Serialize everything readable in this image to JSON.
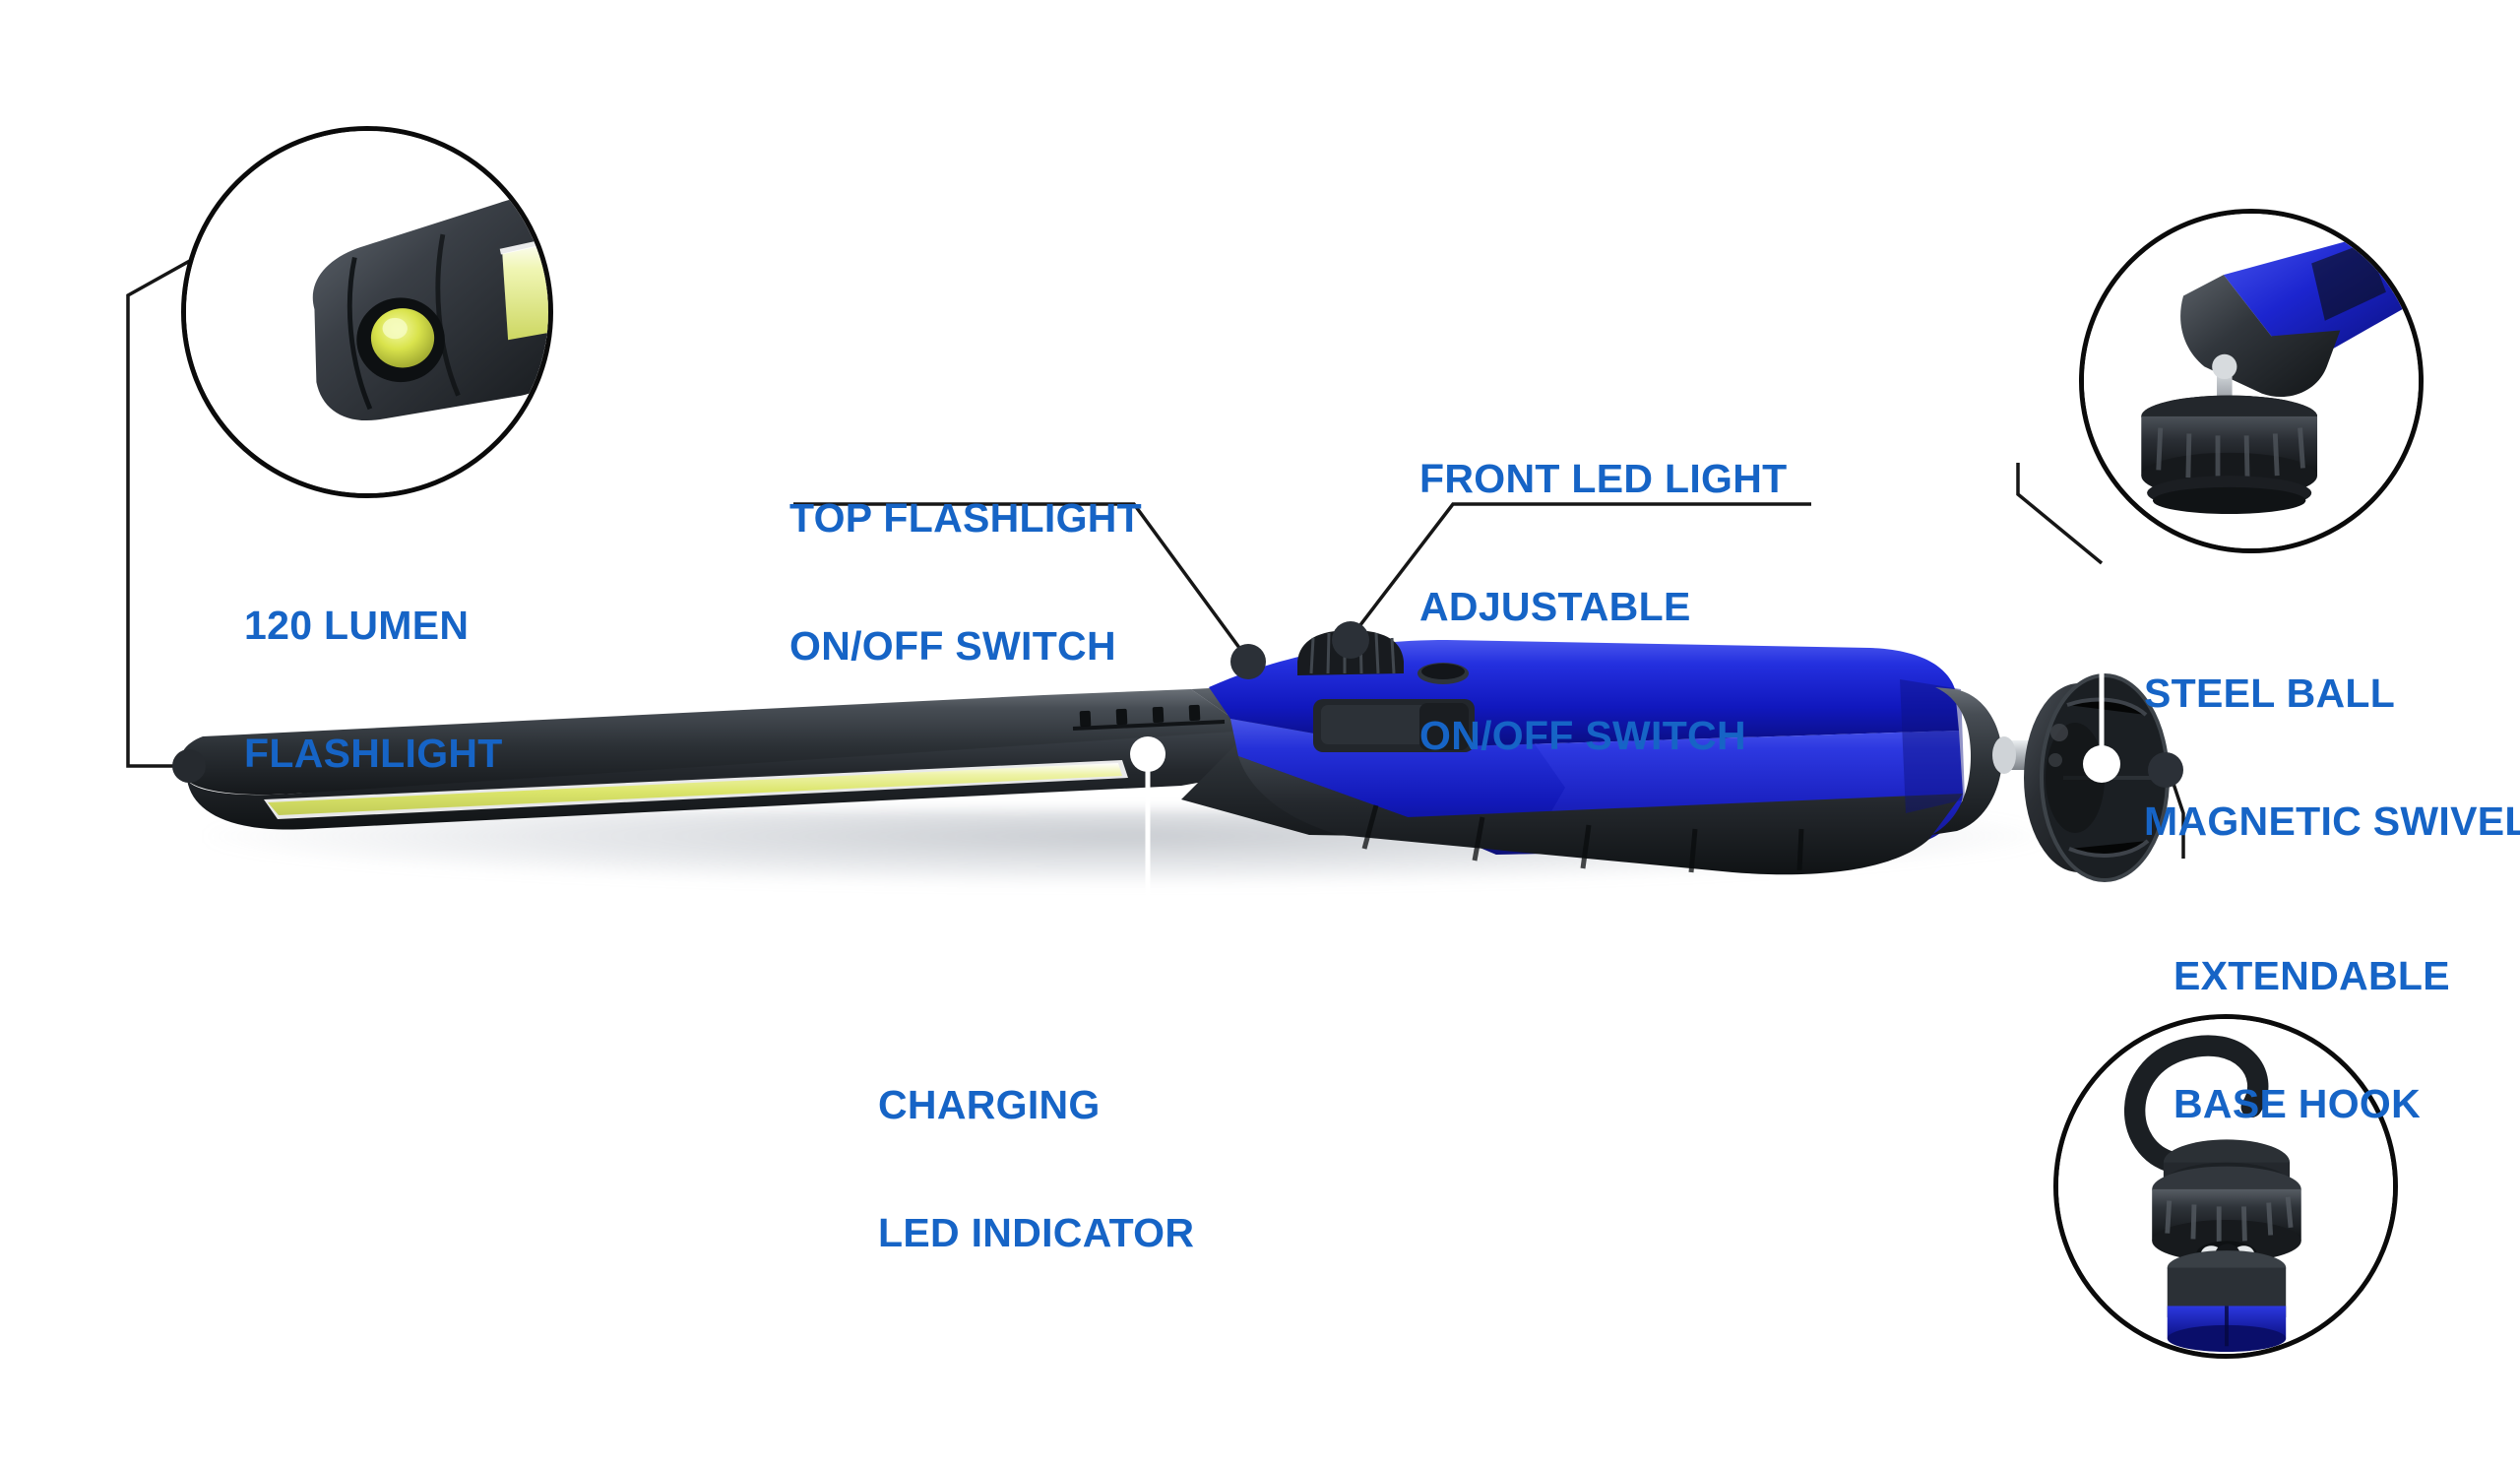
{
  "graphic": {
    "type": "product-feature-infographic",
    "product": "rechargeable slim LED work light",
    "background_color": "#ffffff",
    "label_color": "#1664c6",
    "leader_line_color": "#1a1a1a",
    "body_colors": {
      "black_housing": "#23272c",
      "blue_housing": "#1b23cf",
      "cob_led_strip": "#dde66a",
      "flashlight_lens": "#d6e04a",
      "metal_pin": "#b8bcc0"
    }
  },
  "callouts": [
    {
      "id": "lumen-flashlight",
      "lines": [
        "120 LUMEN",
        "FLASHLIGHT"
      ],
      "line1": "120 LUMEN",
      "line2": "FLASHLIGHT",
      "has_inset": true,
      "inset_name": "flashlight-tip-inset",
      "dot_style": "dark",
      "target": "left end cap flashlight lens"
    },
    {
      "id": "top-flashlight-switch",
      "lines": [
        "TOP FLASHLIGHT",
        "ON/OFF SWITCH"
      ],
      "line1": "TOP FLASHLIGHT",
      "line2": "ON/OFF SWITCH",
      "has_inset": false,
      "dot_style": "dark",
      "target": "top button on blue housing"
    },
    {
      "id": "front-led-adjustable-switch",
      "lines": [
        "FRONT LED LIGHT",
        "ADJUSTABLE",
        "ON/OFF SWITCH"
      ],
      "line1": "FRONT LED LIGHT",
      "line2": "ADJUSTABLE",
      "line3": "ON/OFF SWITCH",
      "has_inset": false,
      "dot_style": "dark",
      "target": "ribbed rotary dial on top of housing"
    },
    {
      "id": "charging-led-indicator",
      "lines": [
        "CHARGING",
        "LED INDICATOR"
      ],
      "line1": "CHARGING",
      "line2": "LED INDICATOR",
      "has_inset": false,
      "dot_style": "white",
      "target": "four indicator marks on black handle"
    },
    {
      "id": "steel-ball-magnetic-swivel",
      "lines": [
        "STEEL BALL",
        "MAGNETIC SWIVEL"
      ],
      "line1": "STEEL BALL",
      "line2": "MAGNETIC SWIVEL",
      "has_inset": true,
      "inset_name": "magnetic-swivel-inset",
      "dot_style": "white",
      "target": "swivel ball joint at rear disc"
    },
    {
      "id": "extendable-base-hook",
      "lines": [
        "EXTENDABLE",
        "BASE HOOK"
      ],
      "line1": "EXTENDABLE",
      "line2": "BASE HOOK",
      "has_inset": true,
      "inset_name": "base-hook-inset",
      "dot_style": "dark",
      "target": "rear magnetic base disc"
    }
  ],
  "insets": {
    "flashlight_tip": {
      "name": "flashlight-tip-inset",
      "caption_ref": "lumen-flashlight",
      "depicts": "angled black end cap with yellow-green flashlight lens and COB strip"
    },
    "magnetic_swivel": {
      "name": "magnetic-swivel-inset",
      "caption_ref": "steel-ball-magnetic-swivel",
      "depicts": "blue and black light end on a steel ball pin above a ribbed black magnetic base"
    },
    "base_hook": {
      "name": "base-hook-inset",
      "caption_ref": "extendable-base-hook",
      "depicts": "black C-shaped hanging hook attached to a ribbed knob above a blue-rimmed base"
    }
  },
  "product_parts": [
    {
      "name": "flashlight-end-cap",
      "color": "#23272c"
    },
    {
      "name": "cob-led-strip",
      "color": "#dde66a"
    },
    {
      "name": "black-handle-barrel",
      "color": "#23272c"
    },
    {
      "name": "charging-indicator-leds",
      "count": 4
    },
    {
      "name": "blue-housing",
      "color": "#1b23cf"
    },
    {
      "name": "rotary-dial-switch",
      "color": "#1b1e22"
    },
    {
      "name": "top-push-button",
      "color": "#2e3338"
    },
    {
      "name": "usb-port-cover",
      "color": "#2a2e33"
    },
    {
      "name": "grip-ridges",
      "count": 5
    },
    {
      "name": "swivel-disc-base",
      "color": "#1c2024"
    },
    {
      "name": "steel-ball-pin",
      "color": "#b8bcc0"
    }
  ]
}
